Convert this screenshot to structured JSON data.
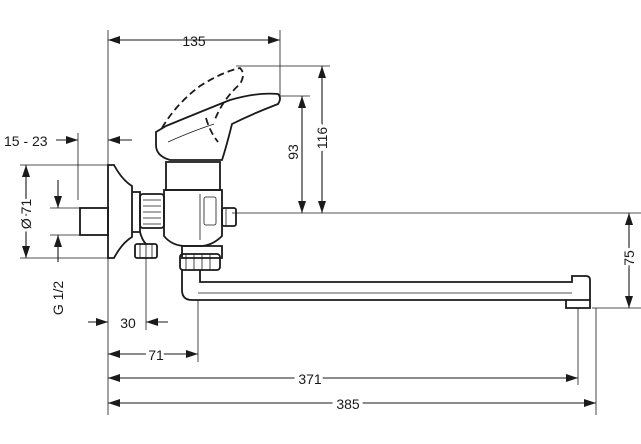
{
  "diagram": {
    "dimensions": {
      "top_width": "135",
      "handle_height_short": "93",
      "handle_height_tall": "116",
      "wall_offset": "15 - 23",
      "flange_diameter": "Ø 71",
      "thread": "G 1/2",
      "outlet_height": "75",
      "inlet_offset": "30",
      "spout_base": "71",
      "spout_reach": "371",
      "overall_length": "385"
    }
  }
}
